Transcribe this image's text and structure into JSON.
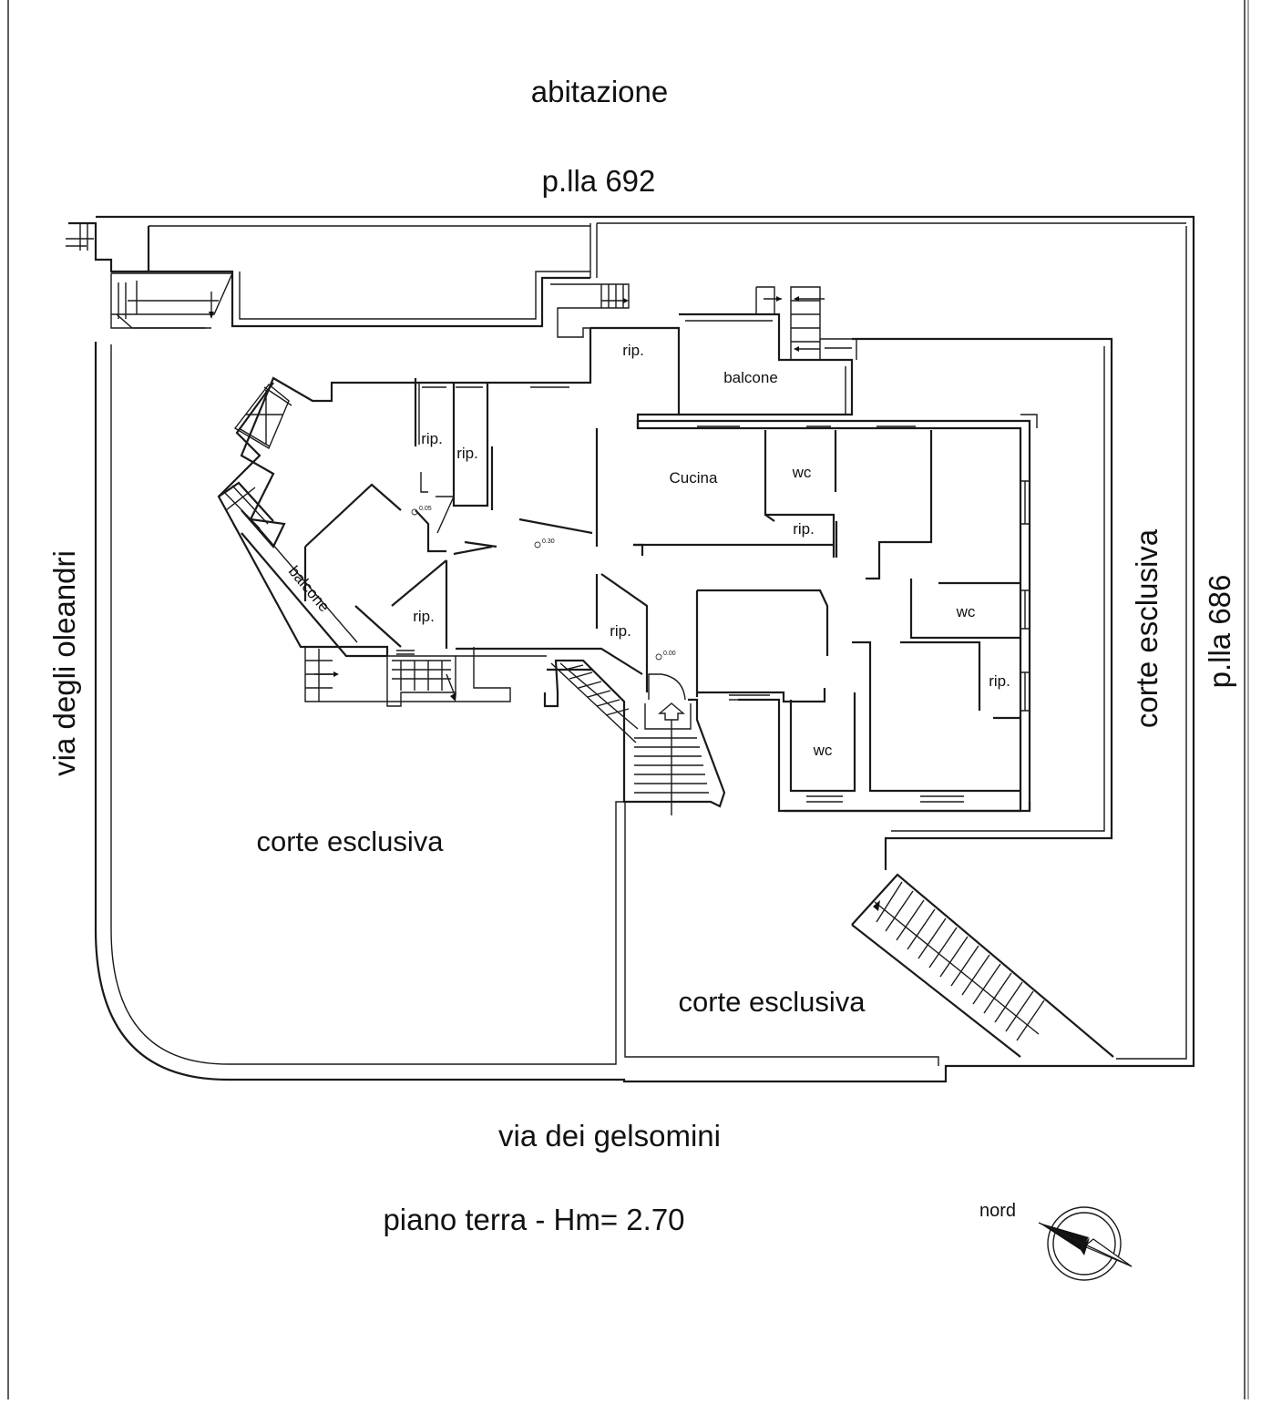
{
  "labels": {
    "top_building": "abitazione",
    "top_parcel": "p.lla 692",
    "right_parcel": "p.lla 686",
    "left_street": "via degli oleandri",
    "bottom_street": "via dei gelsomini",
    "court_left": "corte esclusiva",
    "court_bottom": "corte esclusiva",
    "court_right": "corte esclusiva",
    "floor_title": "piano terra - Hm= 2.70",
    "north": "nord"
  },
  "rooms": {
    "rip_top": "rip.",
    "balcone_top": "balcone",
    "rip_left_a": "rip.",
    "rip_left_b": "rip.",
    "cucina": "Cucina",
    "wc_top": "wc",
    "rip_mid": "rip.",
    "balcone_left": "balcone",
    "rip_lower_left": "rip.",
    "rip_center": "rip.",
    "wc_right": "wc",
    "rip_right": "rip.",
    "wc_bottom": "wc"
  },
  "levels": {
    "level_a": "0.05",
    "level_b": "0.30",
    "level_c": "0.00"
  },
  "icons": [
    "north-arrow-icon",
    "entrance-arrow-icon",
    "stair-icon",
    "door-swing-icon"
  ]
}
